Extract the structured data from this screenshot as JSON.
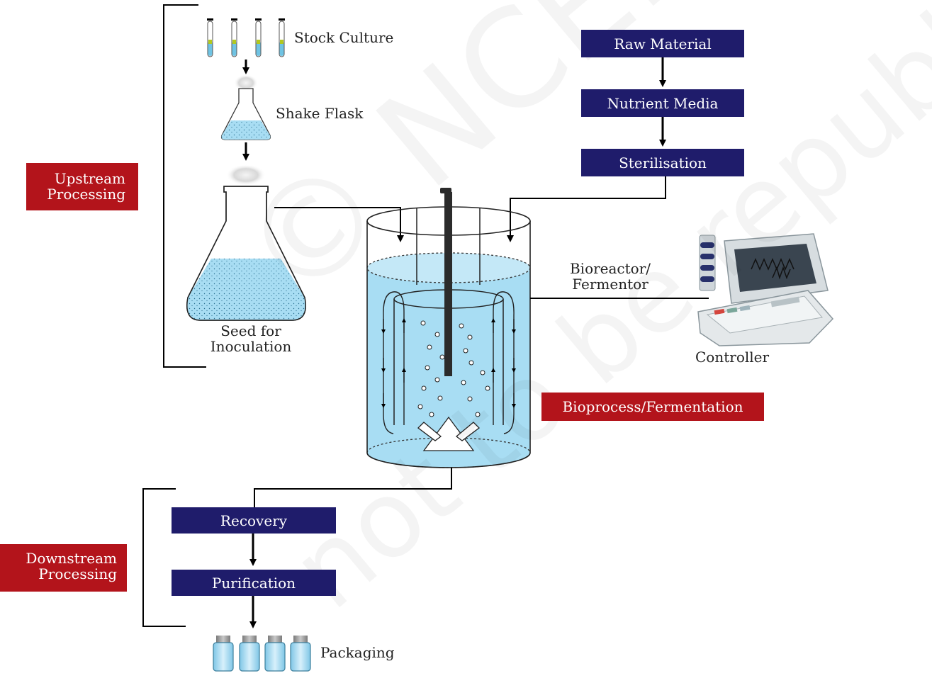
{
  "labels": {
    "stock_culture": "Stock Culture",
    "shake_flask": "Shake Flask",
    "seed_line1": "Seed for",
    "seed_line2": "Inoculation",
    "upstream_line1": "Upstream",
    "upstream_line2": "Processing",
    "raw_material": "Raw Material",
    "nutrient_media": "Nutrient Media",
    "sterilisation": "Sterilisation",
    "bioreactor_line1": "Bioreactor/",
    "bioreactor_line2": "Fermentor",
    "controller": "Controller",
    "bioprocess": "Bioprocess/Fermentation",
    "recovery": "Recovery",
    "purification": "Purification",
    "downstream_line1": "Downstream",
    "downstream_line2": "Processing",
    "packaging": "Packaging"
  },
  "watermark": {
    "line1": "© NCERT",
    "line2": "not to be republished"
  },
  "colors": {
    "navy_box": "#1f1c6b",
    "red_box": "#b3141b",
    "liquid": "#a8ddf3"
  }
}
